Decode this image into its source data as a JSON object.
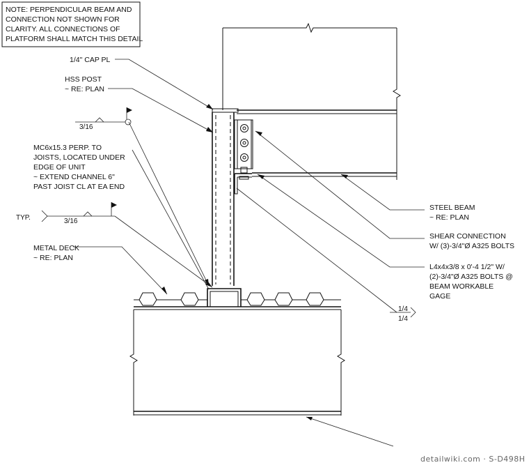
{
  "note": {
    "lines": [
      "NOTE: PERPENDICULAR BEAM AND",
      "CONNECTION NOT SHOWN FOR",
      "CLARITY. ALL CONNECTIONS OF",
      "PLATFORM SHALL MATCH THIS DETAIL"
    ]
  },
  "labels": {
    "cap_pl": "1/4\" CAP PL",
    "hss_post": [
      "HSS POST",
      "~ RE: PLAN"
    ],
    "mc_channel": [
      "MC6x15.3 PERP. TO",
      "JOISTS, LOCATED UNDER",
      "EDGE OF UNIT",
      "~ EXTEND CHANNEL 6\"",
      "PAST JOIST CL AT EA END"
    ],
    "metal_deck": [
      "METAL DECK",
      "~ RE: PLAN"
    ],
    "steel_beam": [
      "STEEL BEAM",
      "~ RE: PLAN"
    ],
    "shear_connection": [
      "SHEAR CONNECTION",
      "W/ (3)-3/4\"Ø A325 BOLTS"
    ],
    "angle": [
      "L4x4x3/8 x 0'-4 1/2\" W/",
      "(2)-3/4\"Ø A325 BOLTS @",
      "BEAM WORKABLE",
      "GAGE"
    ]
  },
  "welds": {
    "post_weld": "3/16",
    "typ_label": "TYP.",
    "typ_weld": "3/16",
    "angle_weld_top": "1/4",
    "angle_weld_bottom": "1/4"
  },
  "watermark": "detailwiki.com · S-D498H"
}
